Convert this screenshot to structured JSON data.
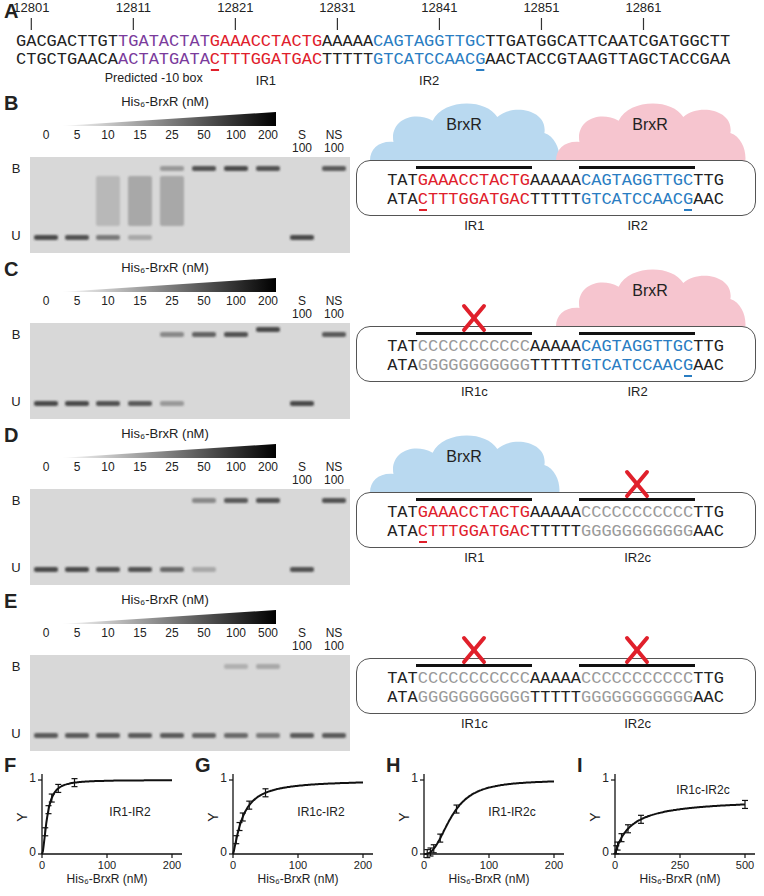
{
  "diagram": {
    "nodes": [
      {
        "text": [
          "BrxR"
        ]
      },
      {
        "text": [
          "BrxR"
        ]
      },
      {
        "text": [
          "TAT",
          "GAAACCTACTG",
          "AAAAA",
          "CAGTAGGTTGC",
          "TTG",
          "ATA",
          "CTTTGGATGAC",
          "TTTTT",
          "GTCATCCAACG",
          "AAC"
        ]
      },
      {
        "text": [
          "BrxR"
        ]
      },
      {
        "text": [
          "TAT",
          "CCCCCCCCCCC",
          "AAAAA",
          "CAGTAGGTTGC",
          "TTG",
          "ATA",
          "GGGGGGGGGGG",
          "TTTTT",
          "GTCATCCAACG",
          "AAC"
        ]
      },
      {
        "text": [
          "BrxR"
        ]
      },
      {
        "text": [
          "TAT",
          "GAAACCTACTG",
          "AAAAA",
          "CCCCCCCCCCC",
          "TTG",
          "ATA",
          "CTTTGGATGAC",
          "TTTTT",
          "GGGGGGGGGGG",
          "AAC"
        ]
      },
      {
        "text": [
          "TAT",
          "CCCCCCCCCCC",
          "AAAAA",
          "CCCCCCCCCCC",
          "TTG",
          "ATA",
          "GGGGGGGGGGG",
          "TTTTT",
          "GGGGGGGGGGG",
          "AAC"
        ]
      }
    ],
    "labels": [
      "A",
      "12801",
      "12811",
      "12821",
      "12831",
      "12841",
      "12851",
      "12861",
      "GACGACTTGT",
      "TGATACTAT",
      "GAAACCTACTG",
      "AAAAA",
      "CAGTAGGTTGC",
      "TTGATGGCATTCAATCGATGGCTT",
      "CTGCTGAACA",
      "ACTATGATA",
      "CTTTGGATGAC",
      "TTTTT",
      "GTCATCCAACG",
      "AACTACCGTAAGTTAGCTACCGAA",
      "Predicted -10 box",
      "IR1",
      "IR2",
      "B",
      "His₆-BrxR (nM)",
      "0",
      "5",
      "10",
      "15",
      "25",
      "50",
      "100",
      "200",
      "S",
      "NS",
      "100",
      "100",
      "B",
      "U",
      "IR1",
      "IR2",
      "C",
      "His₆-BrxR (nM)",
      "0",
      "5",
      "10",
      "15",
      "25",
      "50",
      "100",
      "200",
      "S",
      "NS",
      "100",
      "100",
      "B",
      "U",
      "IR1c",
      "IR2",
      "D",
      "His₆-BrxR (nM)",
      "0",
      "5",
      "10",
      "15",
      "25",
      "50",
      "100",
      "200",
      "S",
      "NS",
      "100",
      "100",
      "B",
      "U",
      "IR1",
      "IR2c",
      "E",
      "His₆-BrxR (nM)",
      "0",
      "5",
      "10",
      "15",
      "25",
      "50",
      "100",
      "500",
      "S",
      "NS",
      "100",
      "100",
      "B",
      "U",
      "IR1c",
      "IR2c",
      "F",
      "1",
      "0",
      "Y",
      "0",
      "100",
      "200",
      "His₆-BrxR (nM)",
      "IR1-IR2",
      "G",
      "1",
      "0",
      "Y",
      "0",
      "100",
      "200",
      "His₆-BrxR (nM)",
      "IR1c-IR2",
      "H",
      "1",
      "0",
      "Y",
      "0",
      "100",
      "200",
      "His₆-BrxR (nM)",
      "IR1-IR2c",
      "I",
      "1",
      "0",
      "Y",
      "0",
      "250",
      "500",
      "His₆-BrxR (nM)",
      "IR1c-IR2c"
    ]
  }
}
